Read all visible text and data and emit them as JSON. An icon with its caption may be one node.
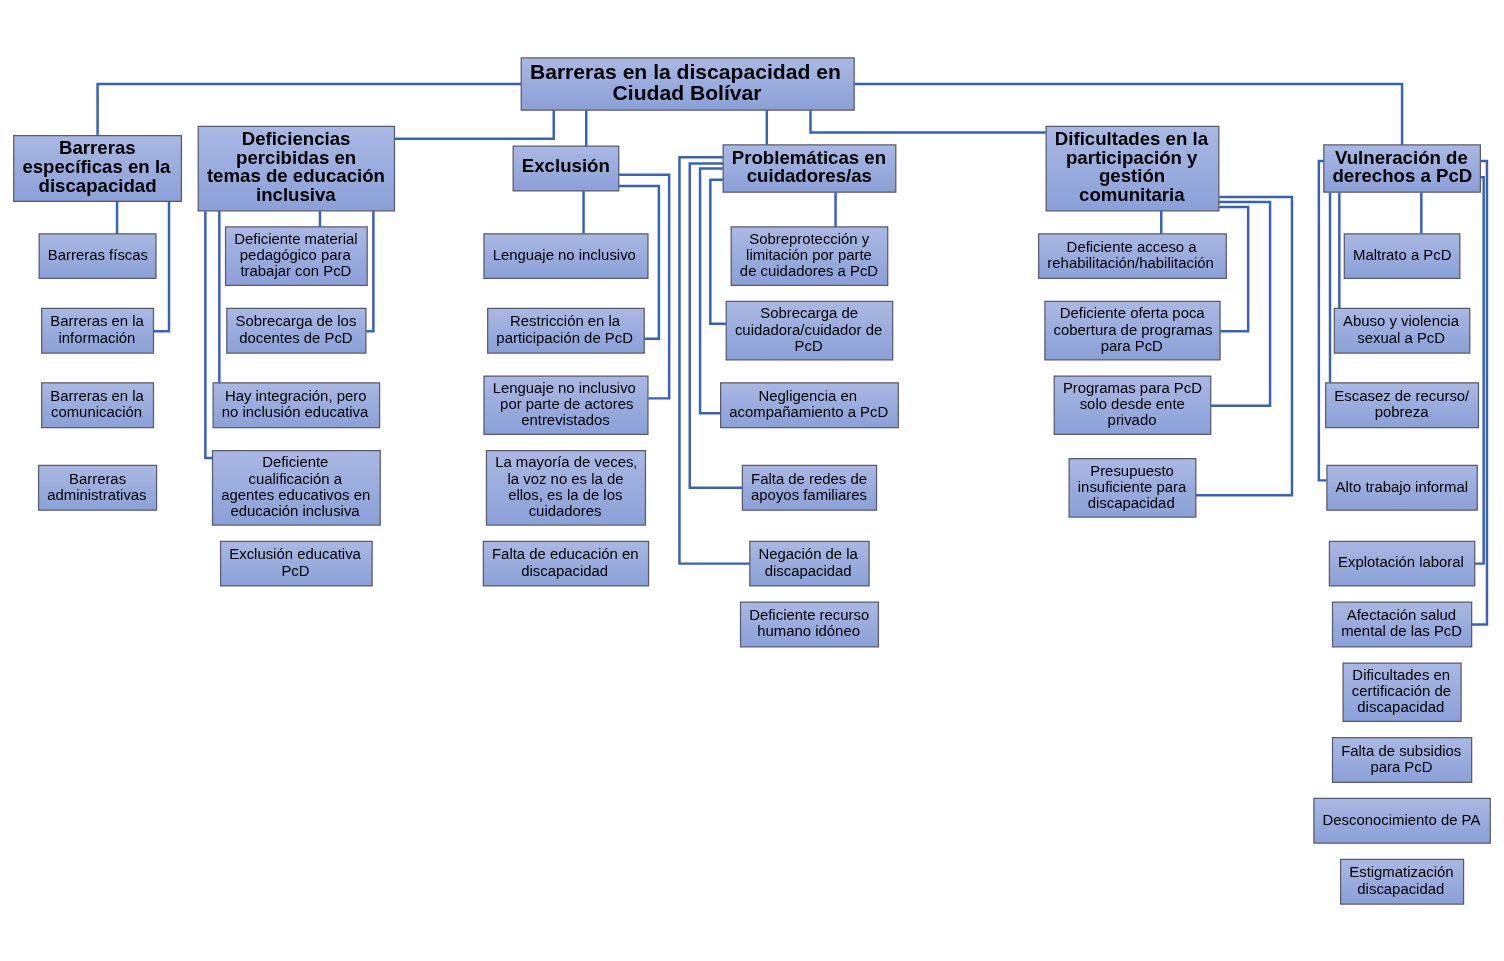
{
  "diagram": {
    "nodes": [
      {
        "text": [
          "Barreras en la discapacidad en Ciudad Bolívar"
        ]
      },
      {
        "text": [
          "Barreras específicas en la discapacidad"
        ]
      },
      {
        "text": [
          "Barreras físcas"
        ]
      },
      {
        "text": [
          "Barreras en la información"
        ]
      },
      {
        "text": [
          "Barreras en la comunicación"
        ]
      },
      {
        "text": [
          "Barreras administrativas"
        ]
      },
      {
        "text": [
          "Deficiencias percibidas en temas de educación inclusiva"
        ]
      },
      {
        "text": [
          "Deficiente material pedagógico para trabajar con PcD"
        ]
      },
      {
        "text": [
          "Sobrecarga de los docentes de PcD"
        ]
      },
      {
        "text": [
          "Hay integración, pero no inclusión educativa"
        ]
      },
      {
        "text": [
          "Deficiente cualificación a agentes educativos en educación inclusiva"
        ]
      },
      {
        "text": [
          "Exclusión educativa PcD"
        ]
      },
      {
        "text": [
          "Exclusión"
        ]
      },
      {
        "text": [
          "Lenguaje no inclusivo"
        ]
      },
      {
        "text": [
          "Restricción en la participación de PcD"
        ]
      },
      {
        "text": [
          "Lenguaje no inclusivo por parte de actores entrevistados"
        ]
      },
      {
        "text": [
          "La mayoría de veces, la voz no es la de ellos, es la de los cuidadores"
        ]
      },
      {
        "text": [
          "Falta de educación en discapacidad"
        ]
      },
      {
        "text": [
          "Problemáticas en cuidadores/as"
        ]
      },
      {
        "text": [
          "Sobreprotección y limitación por parte de cuidadores a PcD"
        ]
      },
      {
        "text": [
          "Sobrecarga de cuidadora/cuidador de PcD"
        ]
      },
      {
        "text": [
          "Negligencia en acompañamiento a PcD"
        ]
      },
      {
        "text": [
          "Falta de redes de apoyos familiares"
        ]
      },
      {
        "text": [
          "Negación de la discapacidad"
        ]
      },
      {
        "text": [
          "Deficiente recurso humano idóneo"
        ]
      },
      {
        "text": [
          "Dificultades en la participación y gestión comunitaria"
        ]
      },
      {
        "text": [
          "Deficiente acceso a rehabilitación/habilitación"
        ]
      },
      {
        "text": [
          "Deficiente oferta poca cobertura de programas para PcD"
        ]
      },
      {
        "text": [
          "Programas para PcD solo desde ente privado"
        ]
      },
      {
        "text": [
          "Presupuesto insuficiente para discapacidad"
        ]
      },
      {
        "text": [
          "Vulneración de derechos a PcD"
        ]
      },
      {
        "text": [
          "Maltrato a PcD"
        ]
      },
      {
        "text": [
          "Abuso y violencia sexual a PcD"
        ]
      },
      {
        "text": [
          "Escasez de recurso/ pobreza"
        ]
      },
      {
        "text": [
          "Alto trabajo informal"
        ]
      },
      {
        "text": [
          "Explotación laboral"
        ]
      },
      {
        "text": [
          "Afectación salud mental de las PcD"
        ]
      },
      {
        "text": [
          "Dificultades en certificación de discapacidad"
        ]
      },
      {
        "text": [
          "Falta de subsidios para PcD"
        ]
      },
      {
        "text": [
          "Desconocimiento de PA"
        ]
      },
      {
        "text": [
          "Estigmatización discapacidad"
        ]
      }
    ],
    "edges": [
      {
        "from": 0,
        "to": 1,
        "arrow": "none"
      },
      {
        "from": 0,
        "to": 6,
        "arrow": "none"
      },
      {
        "from": 0,
        "to": 12,
        "arrow": "none"
      },
      {
        "from": 0,
        "to": 18,
        "arrow": "none"
      },
      {
        "from": 0,
        "to": 25,
        "arrow": "none"
      },
      {
        "from": 0,
        "to": 30,
        "arrow": "none"
      },
      {
        "from": 1,
        "to": 2,
        "arrow": "none"
      },
      {
        "from": 1,
        "to": 3,
        "arrow": "none"
      },
      {
        "from": 6,
        "to": 7,
        "arrow": "none"
      },
      {
        "from": 6,
        "to": 8,
        "arrow": "none"
      },
      {
        "from": 6,
        "to": 9,
        "arrow": "none"
      },
      {
        "from": 6,
        "to": 10,
        "arrow": "none"
      },
      {
        "from": 12,
        "to": 13,
        "arrow": "none"
      },
      {
        "from": 12,
        "to": 14,
        "arrow": "none"
      },
      {
        "from": 12,
        "to": 15,
        "arrow": "none"
      },
      {
        "from": 18,
        "to": 19,
        "arrow": "none"
      },
      {
        "from": 18,
        "to": 20,
        "arrow": "none"
      },
      {
        "from": 18,
        "to": 21,
        "arrow": "none"
      },
      {
        "from": 18,
        "to": 22,
        "arrow": "none"
      },
      {
        "from": 18,
        "to": 23,
        "arrow": "none"
      },
      {
        "from": 25,
        "to": 26,
        "arrow": "none"
      },
      {
        "from": 25,
        "to": 27,
        "arrow": "none"
      },
      {
        "from": 25,
        "to": 28,
        "arrow": "none"
      },
      {
        "from": 25,
        "to": 29,
        "arrow": "none"
      },
      {
        "from": 30,
        "to": 31,
        "arrow": "none"
      },
      {
        "from": 30,
        "to": 32,
        "arrow": "none"
      },
      {
        "from": 30,
        "to": 33,
        "arrow": "none"
      },
      {
        "from": 30,
        "to": 34,
        "arrow": "none"
      },
      {
        "from": 30,
        "to": 35,
        "arrow": "none"
      },
      {
        "from": 30,
        "to": 36,
        "arrow": "none"
      }
    ]
  }
}
